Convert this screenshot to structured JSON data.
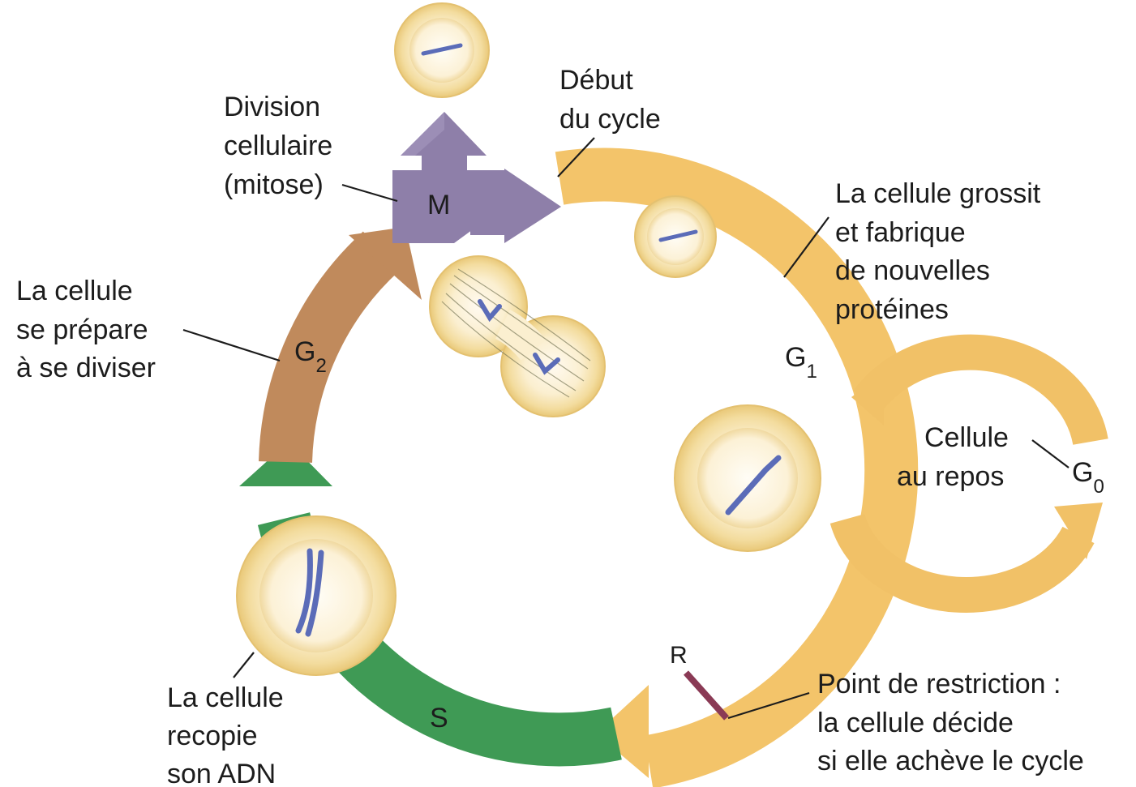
{
  "labels": {
    "debut": [
      "Début",
      "du cycle"
    ],
    "division": [
      "Division",
      "cellulaire",
      "(mitose)"
    ],
    "grossit": [
      "La cellule grossit",
      "et fabrique",
      "de nouvelles",
      "protéines"
    ],
    "prepare": [
      "La cellule",
      "se prépare",
      "à se diviser"
    ],
    "repos": [
      "Cellule",
      "au repos"
    ],
    "recopie": [
      "La cellule",
      "recopie",
      "son ADN"
    ],
    "restriction": [
      "Point de restriction :",
      "la cellule décide",
      "si elle achève le cycle"
    ]
  },
  "phases": {
    "m": "M",
    "g1": {
      "letter": "G",
      "sub": "1"
    },
    "g2": {
      "letter": "G",
      "sub": "2"
    },
    "s": "S",
    "g0": {
      "letter": "G",
      "sub": "0"
    },
    "r": "R"
  },
  "colors": {
    "g1": "#f3c46a",
    "g1_dark": "#e8b04f",
    "g0": "#f1c167",
    "s": "#3f9a55",
    "s_light": "#57b066",
    "g2": "#c08a5c",
    "g2_light": "#d09f72",
    "m": "#8e7fa9",
    "m_light": "#a597bf",
    "restriction_mark": "#8a3a55",
    "chromosome": "#5b6cb8",
    "cell_outer": "#f7e9b8",
    "cell_inner": "#fbf3dc"
  }
}
